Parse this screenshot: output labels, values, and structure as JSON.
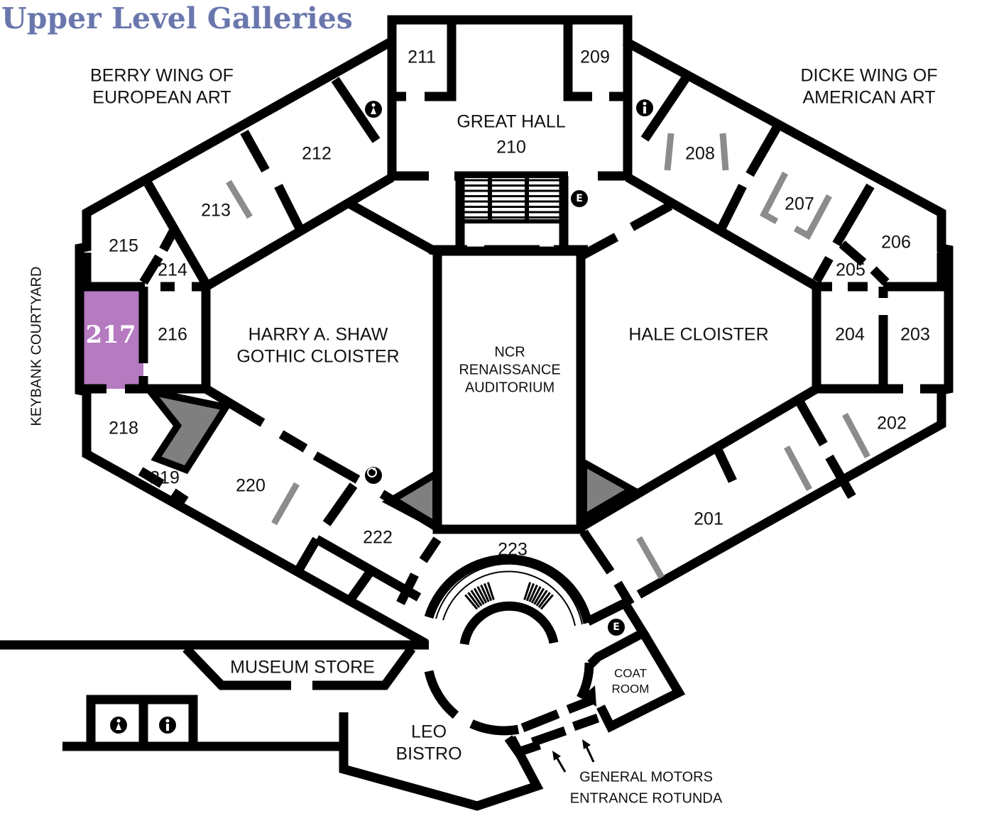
{
  "title": "Upper Level Galleries",
  "colors": {
    "title": "#6a77ad",
    "highlight_fill": "#b57ac0",
    "highlight_text": "#ffffff",
    "wall": "#000000",
    "shade": "#7f7f7f",
    "divider": "#8c8c8c"
  },
  "wings": {
    "berry_line1": "BERRY WING OF",
    "berry_line2": "EUROPEAN ART",
    "dicke_line1": "DICKE WING OF",
    "dicke_line2": "AMERICAN ART",
    "courtyard": "KEYBANK COURTYARD"
  },
  "highlighted_room": "217",
  "rooms": {
    "r201": "201",
    "r202": "202",
    "r203": "203",
    "r204": "204",
    "r205": "205",
    "r206": "206",
    "r207": "207",
    "r208": "208",
    "r209": "209",
    "r210": "210",
    "r211": "211",
    "r212": "212",
    "r213": "213",
    "r214": "214",
    "r215": "215",
    "r216": "216",
    "r218": "218",
    "r219": "219",
    "r220": "220",
    "r222": "222",
    "r223": "223"
  },
  "spaces": {
    "great_hall": "GREAT HALL",
    "shaw_line1": "HARRY A. SHAW",
    "shaw_line2": "GOTHIC CLOISTER",
    "ncr_line1": "NCR",
    "ncr_line2": "RENAISSANCE",
    "ncr_line3": "AUDITORIUM",
    "hale": "HALE CLOISTER",
    "museum_store": "MUSEUM STORE",
    "coat_line1": "COAT",
    "coat_line2": "ROOM",
    "bistro_line1": "LEO",
    "bistro_line2": "BISTRO",
    "entrance_line1": "GENERAL MOTORS",
    "entrance_line2": "ENTRANCE ROTUNDA"
  },
  "icons": {
    "elevator_label": "E",
    "restroom_women": "women-restroom-icon",
    "restroom_men": "men-restroom-icon",
    "accessible": "wheelchair-icon"
  }
}
